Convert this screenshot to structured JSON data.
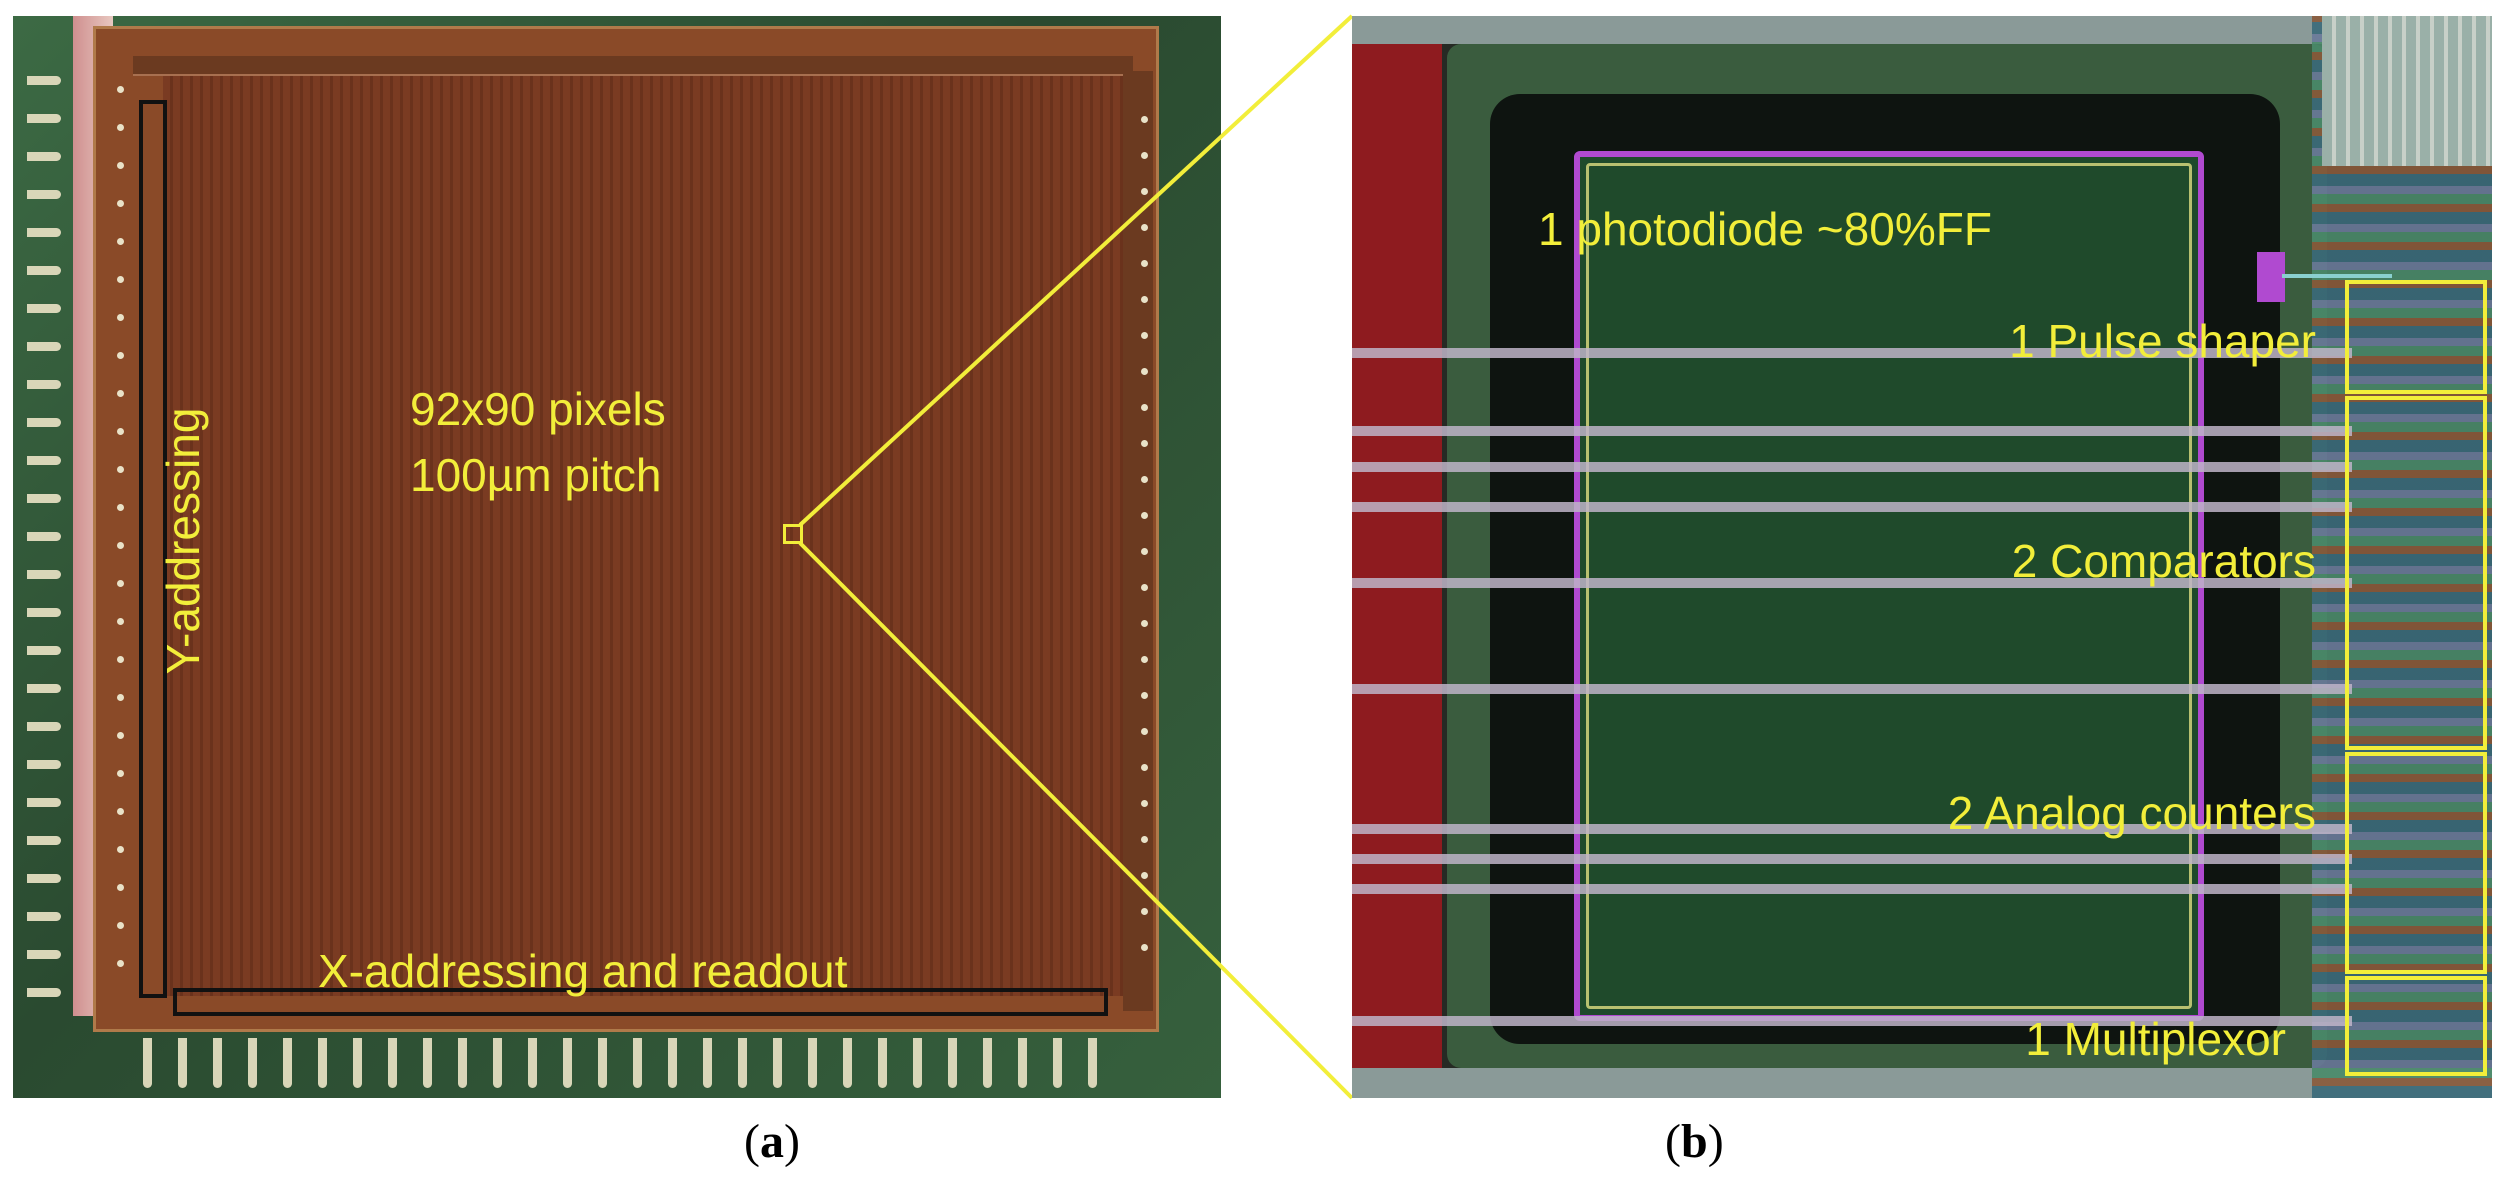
{
  "panel_a": {
    "pixel_count_label": "92x90 pixels",
    "pitch_label": "100µm pitch",
    "y_label": "Y-addressing",
    "x_label": "X-addressing and readout"
  },
  "panel_b": {
    "photodiode_label": "1 photodiode ~80%FF",
    "pulse_shaper_label": "1 Pulse shaper",
    "comparators_label": "2 Comparators",
    "counters_label": "2 Analog counters",
    "multiplexor_label": "1 Multiplexor"
  },
  "captions": {
    "a_open": "(",
    "a_letter": "a",
    "a_close": ")",
    "b_open": "(",
    "b_letter": "b",
    "b_close": ")"
  },
  "colors": {
    "annotation": "#f2ee3a",
    "die": "#7a3b22",
    "photodiode": "#1f4a2b",
    "outline": "#b04ad0"
  }
}
